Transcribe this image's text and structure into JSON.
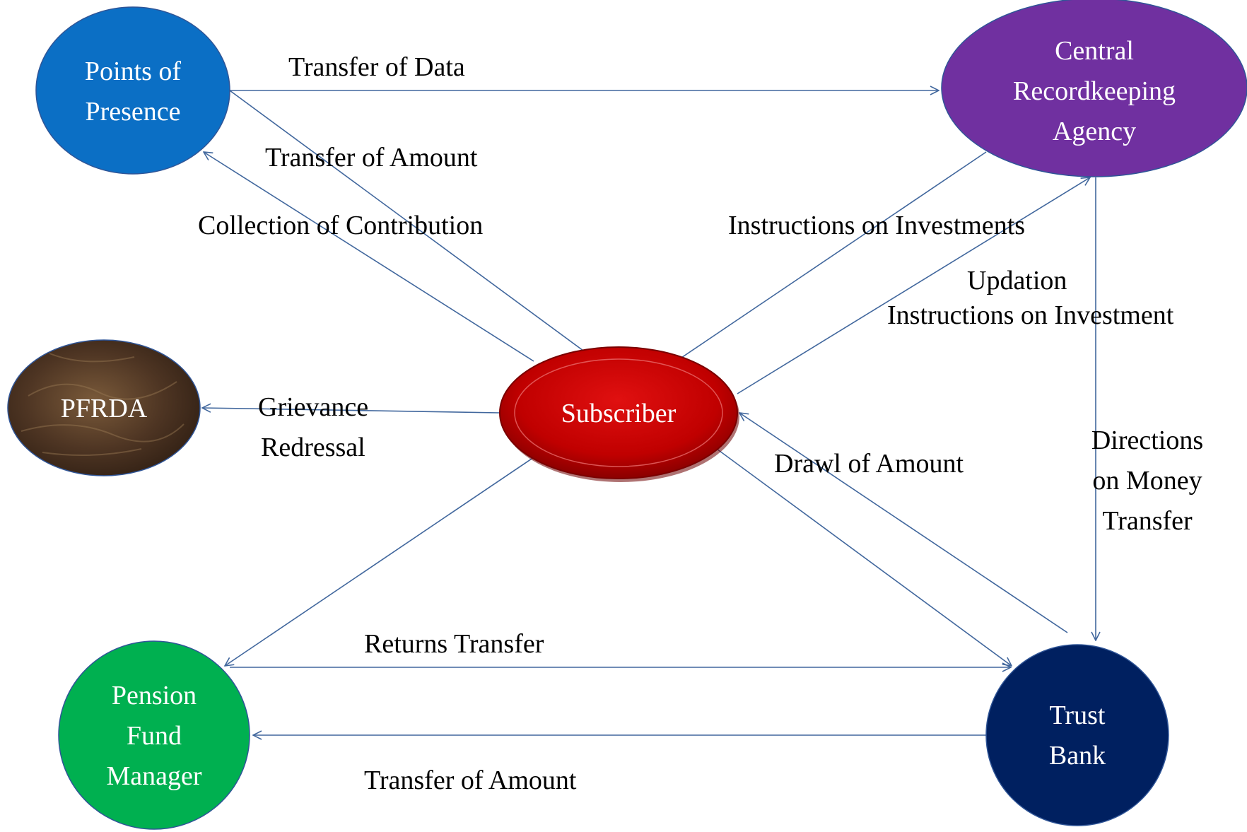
{
  "nodes": {
    "points_of_presence": {
      "lines": [
        "Points of",
        "Presence"
      ],
      "color": "#0b6fc5"
    },
    "central_recordkeeping": {
      "lines": [
        "Central",
        "Recordkeeping",
        "Agency"
      ],
      "color": "#7030a0"
    },
    "pfrda": {
      "lines": [
        "PFRDA"
      ],
      "color": "#4a3322"
    },
    "subscriber": {
      "lines": [
        "Subscriber"
      ],
      "color": "#c00000"
    },
    "pension_fund_manager": {
      "lines": [
        "Pension",
        "Fund",
        "Manager"
      ],
      "color": "#00b050"
    },
    "trust_bank": {
      "lines": [
        "Trust",
        "Bank"
      ],
      "color": "#002060"
    }
  },
  "edges": {
    "transfer_of_data": "Transfer of Data",
    "transfer_of_amount_top": "Transfer of Amount",
    "collection_of_contribution": "Collection of Contribution",
    "instructions_on_investments": "Instructions on Investments",
    "updation": "Updation",
    "instructions_on_investment": "Instructions on Investment",
    "grievance": "Grievance",
    "redressal": "Redressal",
    "drawl_of_amount": "Drawl of Amount",
    "directions": [
      "Directions",
      "on Money",
      "Transfer"
    ],
    "returns_transfer": "Returns Transfer",
    "transfer_of_amount_bottom": "Transfer of Amount"
  },
  "colors": {
    "arrow": "#41679d"
  }
}
